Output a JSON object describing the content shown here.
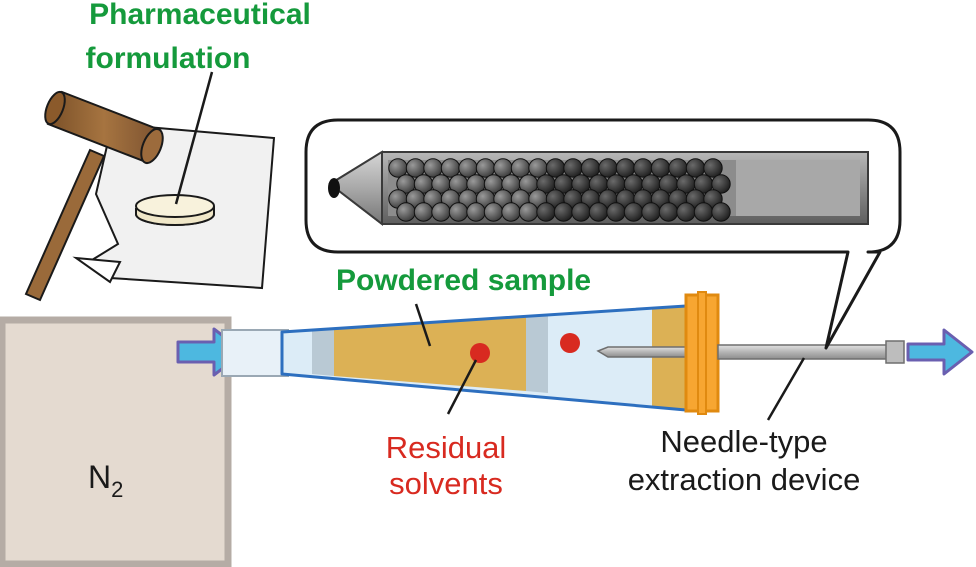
{
  "labels": {
    "pharma_line1": "Pharmaceutical",
    "pharma_line2": "formulation",
    "powdered_sample": "Powdered sample",
    "residual_line1": "Residual",
    "residual_line2": "solvents",
    "needle_line1": "Needle-type",
    "needle_line2": "extraction device",
    "n2_base": "N",
    "n2_sub": "2"
  },
  "colors": {
    "label_green": "#159a3c",
    "label_red": "#d82a20",
    "flow_arrow": "#4db8e0",
    "flow_arrow_outline": "#6a5fb0",
    "powder": "#dcb155",
    "tube_outline": "#2d6fbf",
    "holder_orange": "#f7a631",
    "n2_box": "#e4dad0",
    "hammer_wood": "#9a6a3a"
  }
}
